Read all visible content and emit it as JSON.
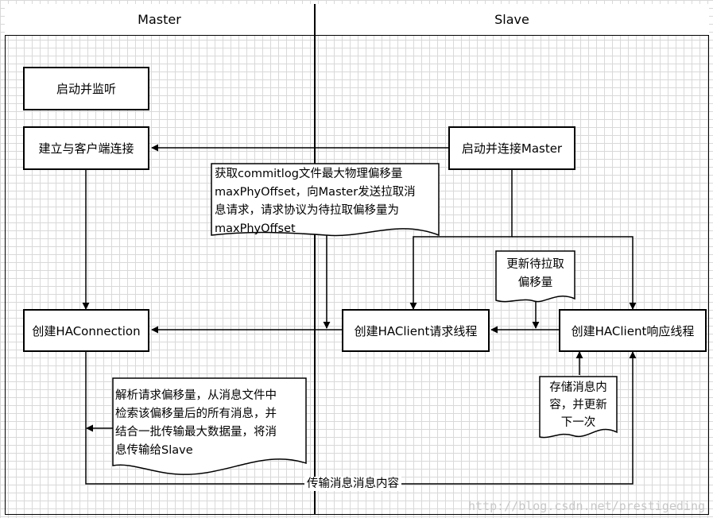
{
  "lanes": {
    "master": "Master",
    "slave": "Slave"
  },
  "nodes": {
    "start_listen": "启动并监听",
    "client_connect": "建立与客户端连接",
    "create_haconnection": "创建HAConnection",
    "start_connect_master": "启动并连接Master",
    "haclient_request": "创建HAClient请求线程",
    "haclient_response": "创建HAClient响应线程"
  },
  "notes": {
    "get_offset": [
      "获取commitlog文件最大物理偏移量",
      "maxPhyOffset，向Master发送拉取消",
      "息请求，请求协议为待拉取偏移量为",
      "maxPhyOffset"
    ],
    "update_offset": [
      "更新待拉取",
      "偏移量"
    ],
    "parse_request": [
      "解析请求偏移量，从消息文件中",
      "检索该偏移量后的所有消息，并",
      "结合一批传输最大数据量，将消",
      "息传输给Slave"
    ],
    "store_message": [
      "存储消息内",
      "容，并更新",
      "下一次"
    ]
  },
  "edges": {
    "transfer_label": "传输消息消息内容"
  },
  "watermark": "http://blog.csdn.net/prestigeding"
}
